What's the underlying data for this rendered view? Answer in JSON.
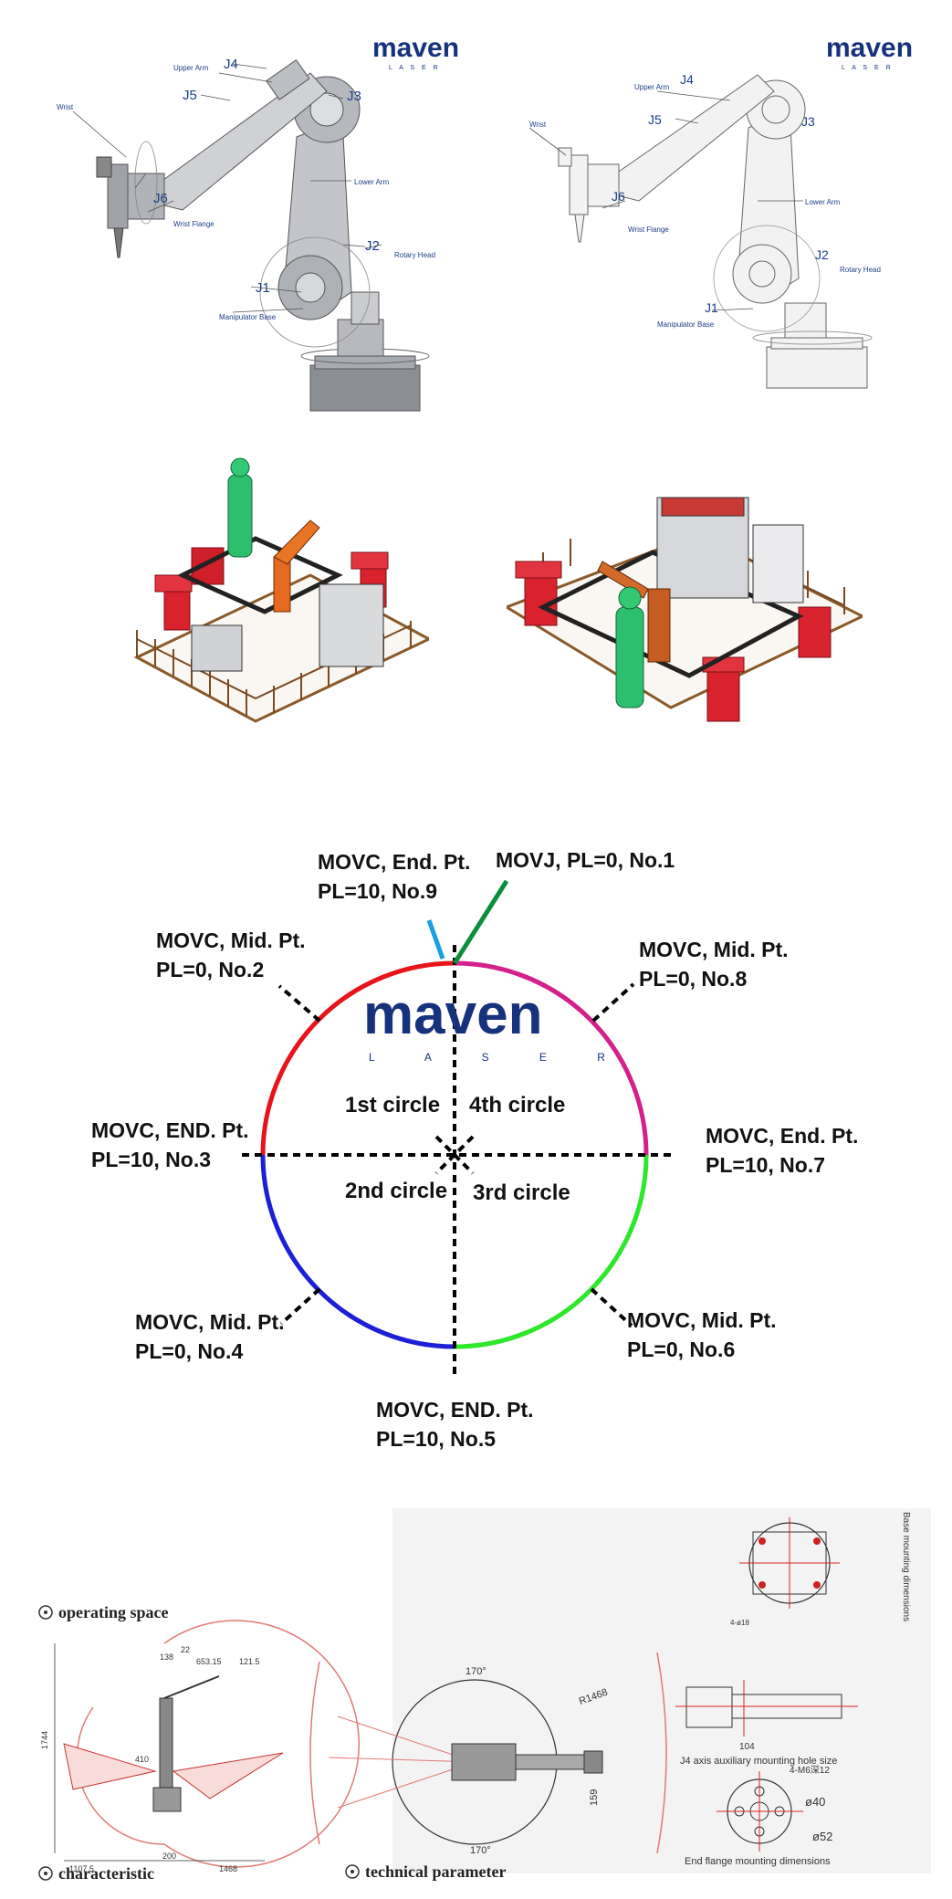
{
  "brand": {
    "logo_word": "maven",
    "logo_sub": "L A S E R",
    "color_navy": "#17327d",
    "color_red": "#e2231a"
  },
  "robot_left": {
    "labels": {
      "j1": "J1",
      "j2": "J2",
      "j3": "J3",
      "j4": "J4",
      "j5": "J5",
      "j6": "J6",
      "upper_arm": "Upper Arm",
      "wrist": "Wrist",
      "wrist_flange": "Wrist Flange",
      "lower_arm": "Lower Arm",
      "rotary_head": "Rotary Head",
      "manipulator_base": "Manipulator Base"
    }
  },
  "robot_right": {
    "labels": {
      "j1": "J1",
      "j2": "J2",
      "j3": "J3",
      "j4": "J4",
      "j5": "J5",
      "j6": "J6",
      "upper_arm": "Upper Arm",
      "wrist": "Wrist",
      "wrist_flange": "Wrist Flange",
      "lower_arm": "Lower Arm",
      "rotary_head": "Rotary Head",
      "manipulator_base": "Manipulator Base"
    }
  },
  "circle_diagram": {
    "colors": {
      "q1": "#e8141b",
      "q2": "#1d1fd6",
      "q3": "#2ee62a",
      "q4": "#d4208a",
      "start": "#0c8f3c",
      "end": "#1aa0e0"
    },
    "quadrants": {
      "q1": "1st circle",
      "q2": "2nd circle",
      "q3": "3rd circle",
      "q4": "4th circle"
    },
    "points": {
      "p1": {
        "line1": "MOVJ, PL=0, No.1"
      },
      "p9": {
        "line1": "MOVC, End. Pt.",
        "line2": "PL=10, No.9"
      },
      "p2": {
        "line1": "MOVC, Mid. Pt.",
        "line2": "PL=0, No.2"
      },
      "p8": {
        "line1": "MOVC, Mid. Pt.",
        "line2": "PL=0, No.8"
      },
      "p3": {
        "line1": "MOVC, END. Pt.",
        "line2": "PL=10, No.3"
      },
      "p7": {
        "line1": "MOVC, End. Pt.",
        "line2": "PL=10, No.7"
      },
      "p4": {
        "line1": "MOVC, Mid. Pt.",
        "line2": "PL=0, No.4"
      },
      "p6": {
        "line1": "MOVC, Mid. Pt.",
        "line2": "PL=0, No.6"
      },
      "p5": {
        "line1": "MOVC, END. Pt.",
        "line2": "PL=10, No.5"
      }
    }
  },
  "spec_section": {
    "operating_space": "operating space",
    "characteristic": "characteristic",
    "technical_parameter": "technical parameter",
    "base_mounting": "Base mounting dimensions",
    "j4_holes": "J4 axis auxiliary mounting hole size",
    "end_flange": "End flange mounting dimensions",
    "dims": {
      "d1744": "1744",
      "d138": "138",
      "d22": "22",
      "d65315": "653.15",
      "d1215": "121.5",
      "d410": "410",
      "d1075": "1107.5",
      "d200": "200",
      "d1468": "1468",
      "a170t": "170°",
      "a170b": "170°",
      "r1468": "R1468",
      "d159": "159",
      "d104": "104",
      "d40": "ø40",
      "d52": "ø52",
      "m6": "4-M6深12",
      "d4": "4-ø18"
    }
  }
}
